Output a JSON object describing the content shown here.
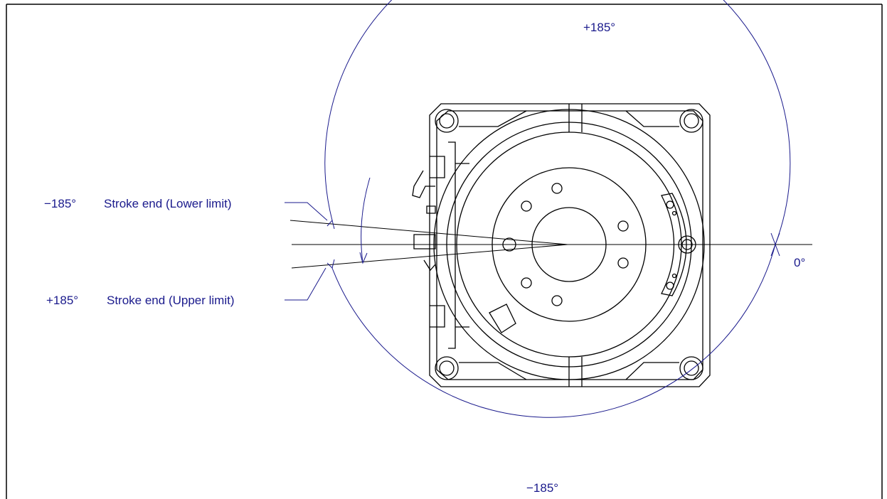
{
  "labels": {
    "top_angle": "+185°",
    "bottom_angle": "−185°",
    "zero_angle": "0°",
    "lower_limit_angle": "−185°",
    "lower_limit_text": "Stroke end (Lower limit)",
    "upper_limit_angle": "+185°",
    "upper_limit_text": "Stroke end (Upper limit)"
  },
  "colors": {
    "dimension": "#1a1a8c",
    "drawing": "#000000"
  }
}
